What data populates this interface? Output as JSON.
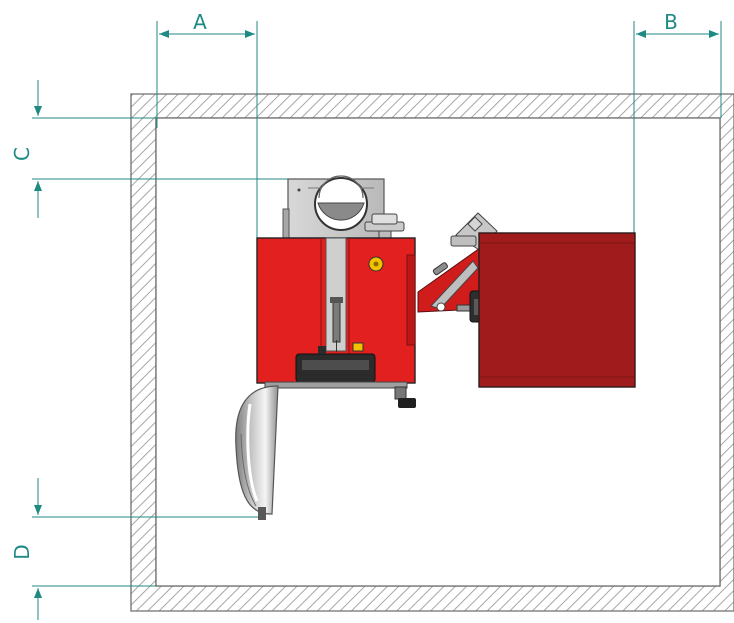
{
  "labels": {
    "a": "A",
    "b": "B",
    "c": "C",
    "d": "D"
  },
  "colors": {
    "dimension": "#1f8a84",
    "wall_outline": "#6f6f6f",
    "hatch": "#a6a6a6",
    "room_interior": "#ffffff",
    "boiler_red": "#e22020",
    "boiler_red_dark": "#9f1a1a",
    "silo_red": "#a01b1b",
    "metal_gray": "#c9c9c9",
    "metal_dark": "#575757",
    "black": "#1e1e1e",
    "yellow": "#f2c200"
  }
}
